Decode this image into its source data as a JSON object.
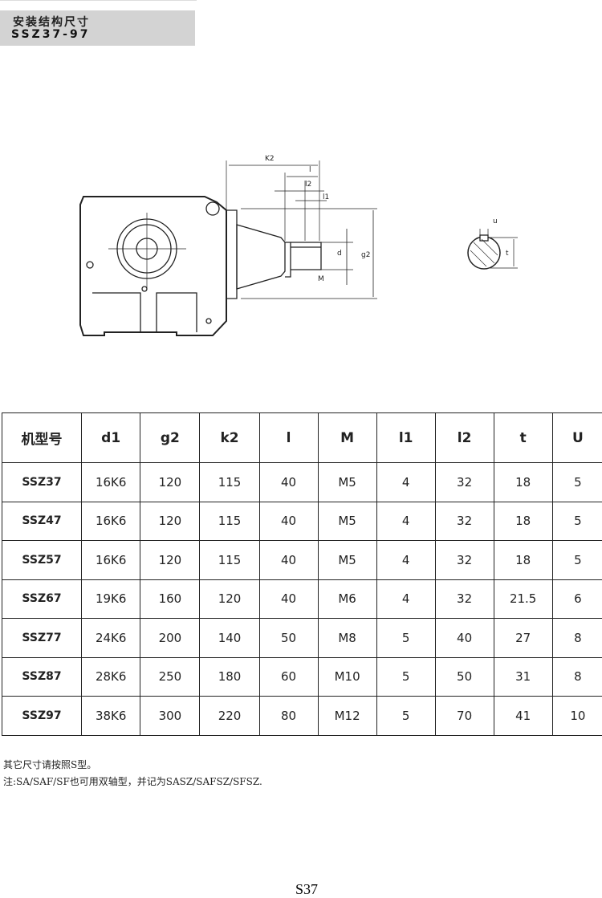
{
  "header": {
    "title": "安装结构尺寸",
    "model": "SSZ37-97"
  },
  "drawing": {
    "labels": {
      "k2": "K2",
      "l": "l",
      "l2": "l2",
      "l1": "l1",
      "d": "d",
      "g2": "g2",
      "M": "M",
      "u": "u",
      "t": "t"
    }
  },
  "table": {
    "headers": [
      "机型号",
      "d1",
      "g2",
      "k2",
      "l",
      "M",
      "l1",
      "l2",
      "t",
      "U"
    ],
    "rows": [
      [
        "SSZ37",
        "16K6",
        "120",
        "115",
        "40",
        "M5",
        "4",
        "32",
        "18",
        "5"
      ],
      [
        "SSZ47",
        "16K6",
        "120",
        "115",
        "40",
        "M5",
        "4",
        "32",
        "18",
        "5"
      ],
      [
        "SSZ57",
        "16K6",
        "120",
        "115",
        "40",
        "M5",
        "4",
        "32",
        "18",
        "5"
      ],
      [
        "SSZ67",
        "19K6",
        "160",
        "120",
        "40",
        "M6",
        "4",
        "32",
        "21.5",
        "6"
      ],
      [
        "SSZ77",
        "24K6",
        "200",
        "140",
        "50",
        "M8",
        "5",
        "40",
        "27",
        "8"
      ],
      [
        "SSZ87",
        "28K6",
        "250",
        "180",
        "60",
        "M10",
        "5",
        "50",
        "31",
        "8"
      ],
      [
        "SSZ97",
        "38K6",
        "300",
        "220",
        "80",
        "M12",
        "5",
        "70",
        "41",
        "10"
      ]
    ]
  },
  "notes": [
    "其它尺寸请按照S型。",
    "注:SA/SAF/SF也可用双轴型，并记为SASZ/SAFSZ/SFSZ."
  ],
  "page_number": "S37"
}
